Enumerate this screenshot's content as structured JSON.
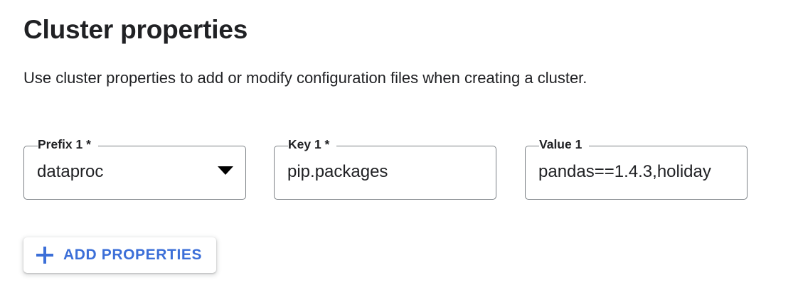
{
  "section": {
    "title": "Cluster properties",
    "description": "Use cluster properties to add or modify configuration files when creating a cluster."
  },
  "properties_row": {
    "prefix": {
      "label": "Prefix 1 *",
      "value": "dataproc",
      "control": "select",
      "icon": "chevron-down-icon"
    },
    "key": {
      "label": "Key 1 *",
      "value": "pip.packages",
      "control": "text"
    },
    "value": {
      "label": "Value 1",
      "value": "pandas==1.4.3,holiday",
      "control": "text"
    }
  },
  "actions": {
    "add_properties": {
      "label": "ADD PROPERTIES",
      "icon": "plus-icon"
    }
  },
  "colors": {
    "accent_blue": "#3c6fd8",
    "text": "#202124",
    "outline": "#7b8085",
    "background": "#ffffff"
  }
}
